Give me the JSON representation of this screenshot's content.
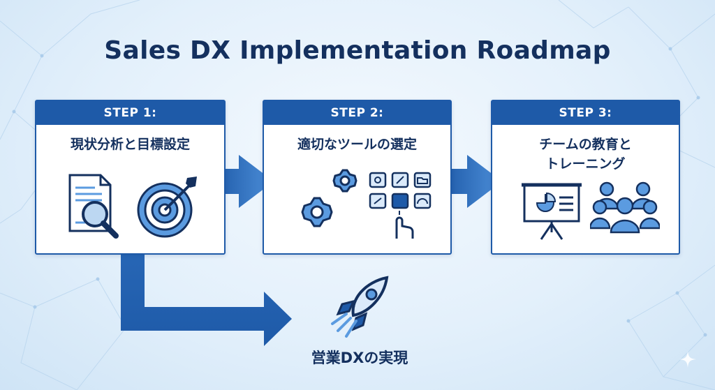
{
  "title": "Sales DX Implementation Roadmap",
  "colors": {
    "primary": "#1e5aa8",
    "light": "#5b9be0",
    "dark": "#14305e",
    "background": "#e3f0fb"
  },
  "steps": [
    {
      "header": "STEP 1:",
      "label": "現状分析と目標設定",
      "icons": [
        "document-icon",
        "magnifier-icon",
        "target-icon"
      ]
    },
    {
      "header": "STEP 2:",
      "label": "適切なツールの選定",
      "icons": [
        "gears-icon",
        "app-grid-icon",
        "hand-pointer-icon"
      ]
    },
    {
      "header": "STEP 3:",
      "label_lines": [
        "チームの教育と",
        "トレーニング"
      ],
      "icons": [
        "presentation-board-icon",
        "team-icon"
      ]
    }
  ],
  "goal": {
    "label": "営業DXの実現",
    "icon": "rocket-icon"
  }
}
